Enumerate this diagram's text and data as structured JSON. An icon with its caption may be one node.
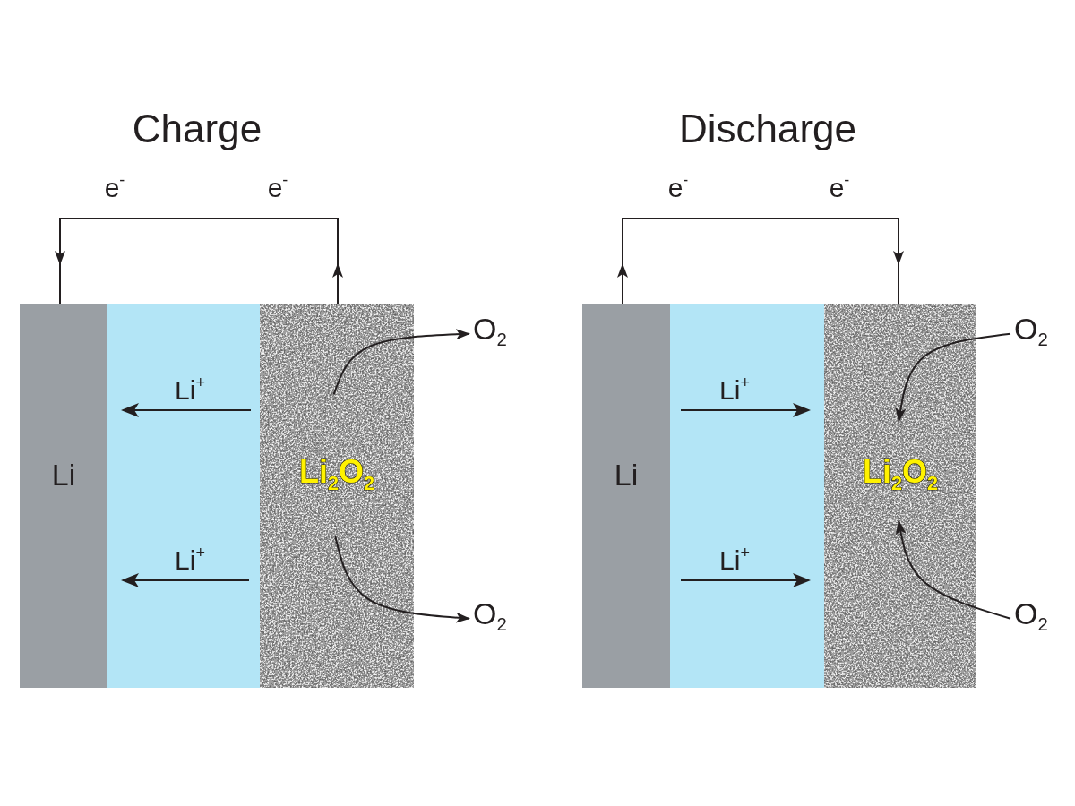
{
  "diagram": {
    "nodes": [
      {
        "text": [
          "Li"
        ]
      },
      {
        "text": [],
        "shape": "box"
      },
      {
        "text": [
          "Li$_{2}$O$_{2}$"
        ]
      },
      {
        "text": [
          "O$_{2}$"
        ]
      },
      {
        "text": [
          "O$_{2}$"
        ]
      },
      {
        "text": [
          "Li"
        ]
      },
      {
        "text": [],
        "shape": "box"
      },
      {
        "text": [
          "Li$_{2}$O$_{2}$"
        ]
      },
      {
        "text": [
          "O$_{2}$"
        ]
      },
      {
        "text": [
          "O$_{2}$"
        ]
      }
    ],
    "edges": [
      {
        "from": 2,
        "to": 3,
        "arrow": "to"
      },
      {
        "from": 2,
        "to": 4,
        "arrow": "to"
      },
      {
        "from": 2,
        "to": 0,
        "arrow": "to"
      },
      {
        "from": 8,
        "to": 7,
        "arrow": "to"
      },
      {
        "from": 9,
        "to": 7,
        "arrow": "to"
      },
      {
        "from": 5,
        "to": 7,
        "arrow": "to"
      }
    ],
    "labels": [
      "Charge",
      "Discharge",
      "e$^{-}$",
      "e$^{-}$",
      "e$^{-}$",
      "e$^{-}$",
      "Li$^{+}$",
      "Li$^{+}$",
      "Li$^{+}$",
      "Li$^{+}$"
    ]
  }
}
